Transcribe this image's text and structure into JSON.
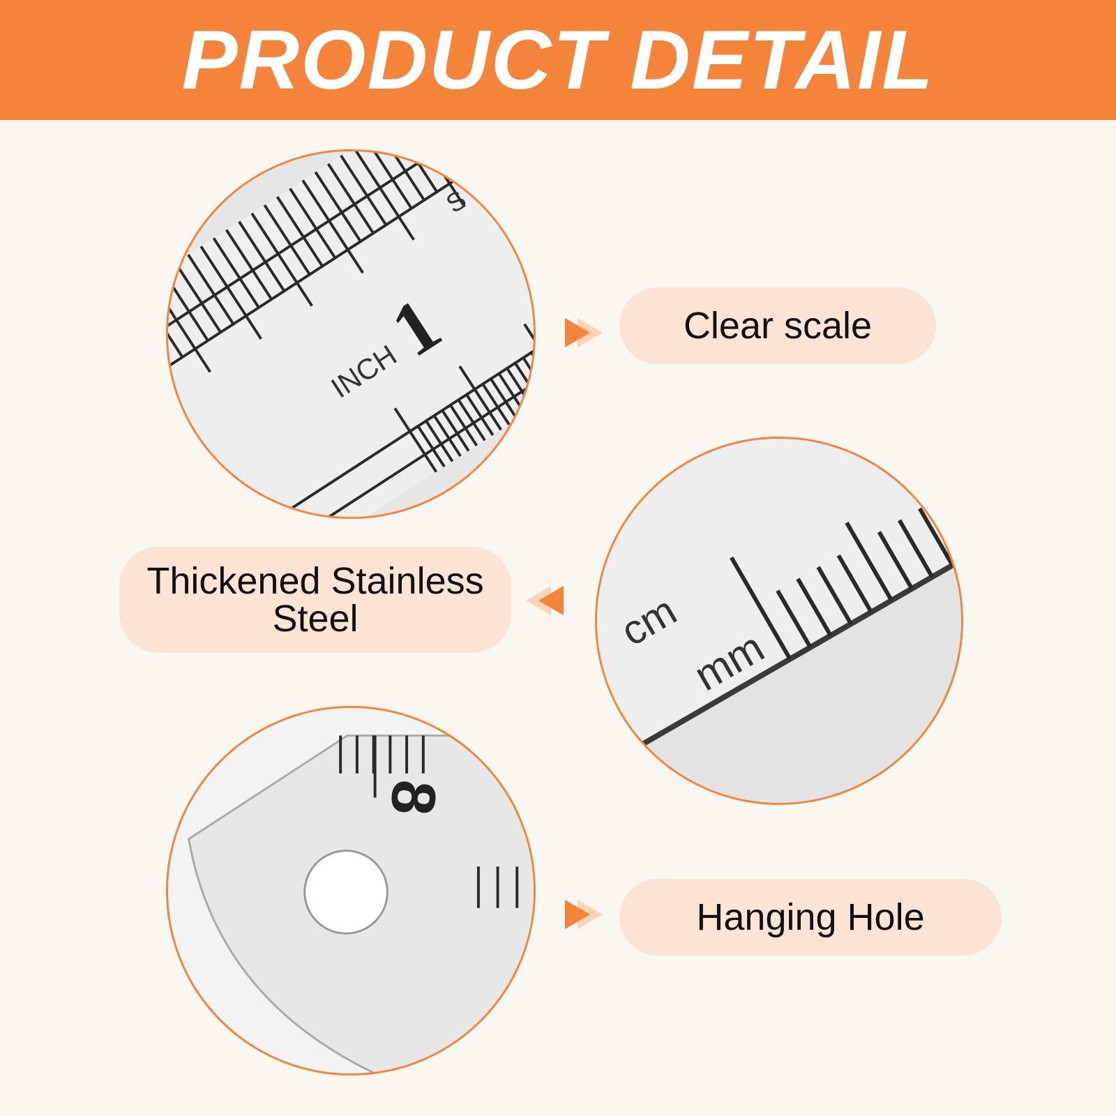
{
  "header": {
    "title": "PRODUCT DETAIL"
  },
  "features": [
    {
      "label": "Clear scale",
      "arrow": "right"
    },
    {
      "label": "Thickened Stainless Steel",
      "arrow": "left"
    },
    {
      "label": "Hanging Hole",
      "arrow": "right"
    }
  ],
  "zoom_images": {
    "top": {
      "text_inch": "INCH",
      "text_number": "1",
      "text_s": "S"
    },
    "middle": {
      "text_cm": "cm",
      "text_mm": "mm"
    },
    "bottom": {
      "text_number": "8"
    }
  },
  "colors": {
    "accent": "#f4843a",
    "pill": "#fbe4d3",
    "background": "#faf6f0",
    "steel": "#e9e9ea"
  }
}
